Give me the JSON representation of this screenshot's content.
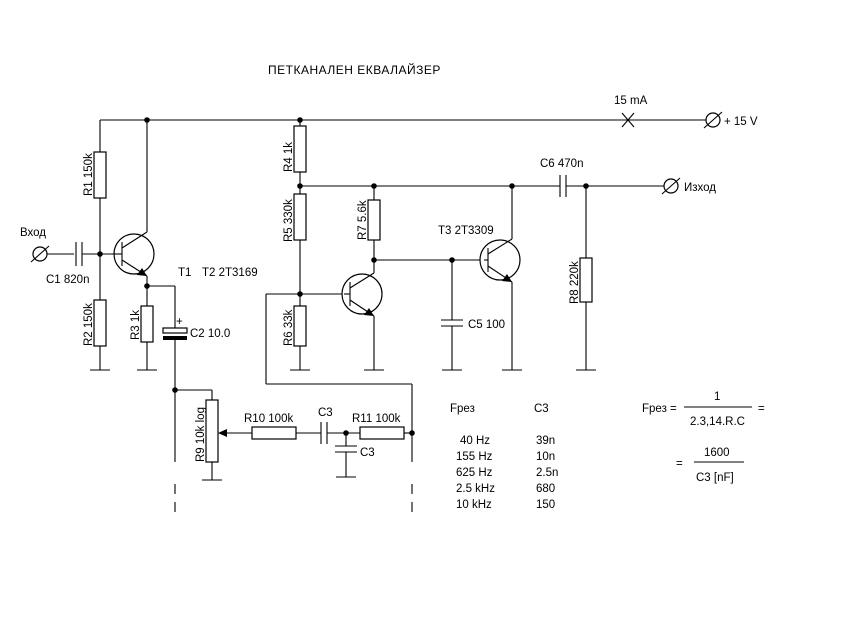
{
  "title": "ПЕТКАНАЛЕН  ЕКВАЛАЙЗЕР",
  "labels": {
    "current": "15 mA",
    "supply": "+ 15 V",
    "input": "Вход",
    "output": "Изход",
    "r1": "R1 150k",
    "r2": "R2 150k",
    "r3": "R3 1k",
    "r4": "R4 1k",
    "r5": "R5 330k",
    "r6": "R6 33k",
    "r7": "R7 5.6k",
    "r8": "R8 220k",
    "r9": "R9 10k log",
    "r10": "R10 100k",
    "r11": "R11 100k",
    "c1": "C1 820n",
    "c2": "C2 10.0",
    "c3_top": "C3",
    "c3_side": "C3",
    "c5": "C5 100",
    "c6": "C6 470n",
    "t1": "T1",
    "t2": "T2 2T3169",
    "t3": "T3 2T3309",
    "plus": "+"
  },
  "table": {
    "col_freq": "Fрез",
    "col_cap": "C3",
    "rows": [
      {
        "freq": "40 Hz",
        "cap": "39n"
      },
      {
        "freq": "155 Hz",
        "cap": "10n"
      },
      {
        "freq": "625 Hz",
        "cap": "2.5n"
      },
      {
        "freq": "2.5 kHz",
        "cap": "680"
      },
      {
        "freq": "10 kHz",
        "cap": "150"
      }
    ]
  },
  "formula": {
    "lhs": "Fрез =",
    "num1": "1",
    "den1": "2.3,14.R.C",
    "eq_end": "=",
    "eq2": "=",
    "num2": "1600",
    "den2": "C3 [nF]"
  }
}
